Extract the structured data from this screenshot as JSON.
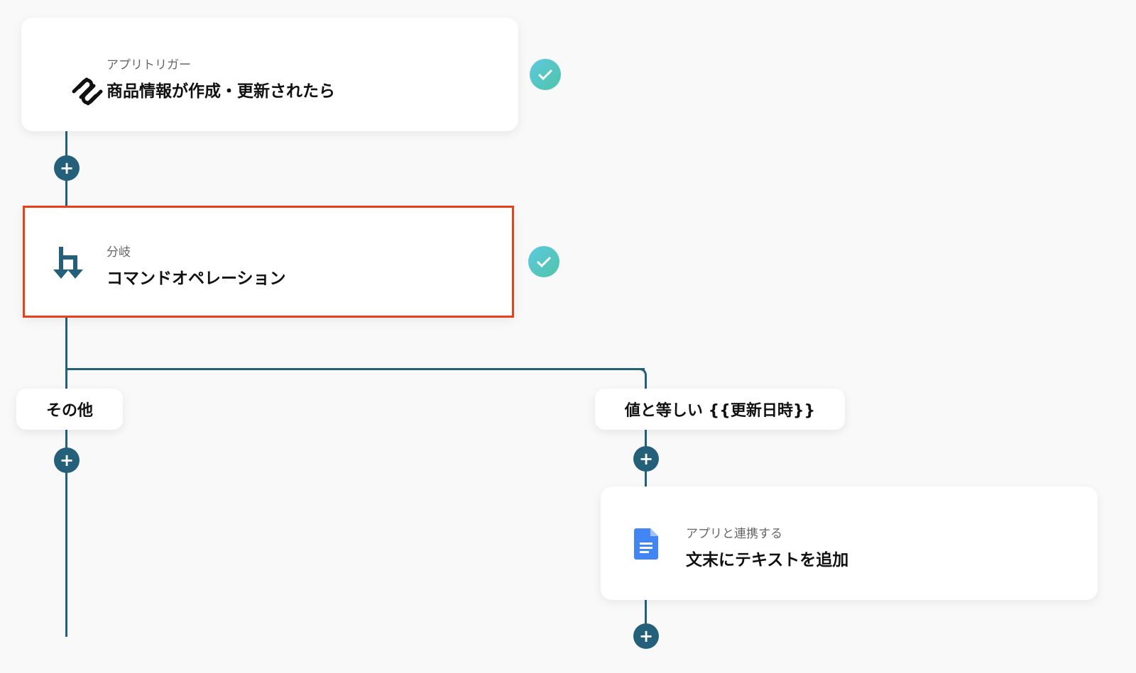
{
  "nodes": [
    {
      "subtitle": "アプリトリガー",
      "title": "商品情報が作成・更新されたら",
      "icon": "squarespace-icon"
    },
    {
      "subtitle": "分岐",
      "title": "コマンドオペレーション",
      "icon": "branch-icon"
    },
    {
      "subtitle": "アプリと連携する",
      "title": "文末にテキストを追加",
      "icon": "google-docs-icon"
    }
  ],
  "branches": [
    {
      "label": "その他"
    },
    {
      "label": "値と等しい {{更新日時}}"
    }
  ],
  "colors": {
    "line": "#24607a",
    "highlight": "#e8401c",
    "check": "#4fc4c0"
  }
}
